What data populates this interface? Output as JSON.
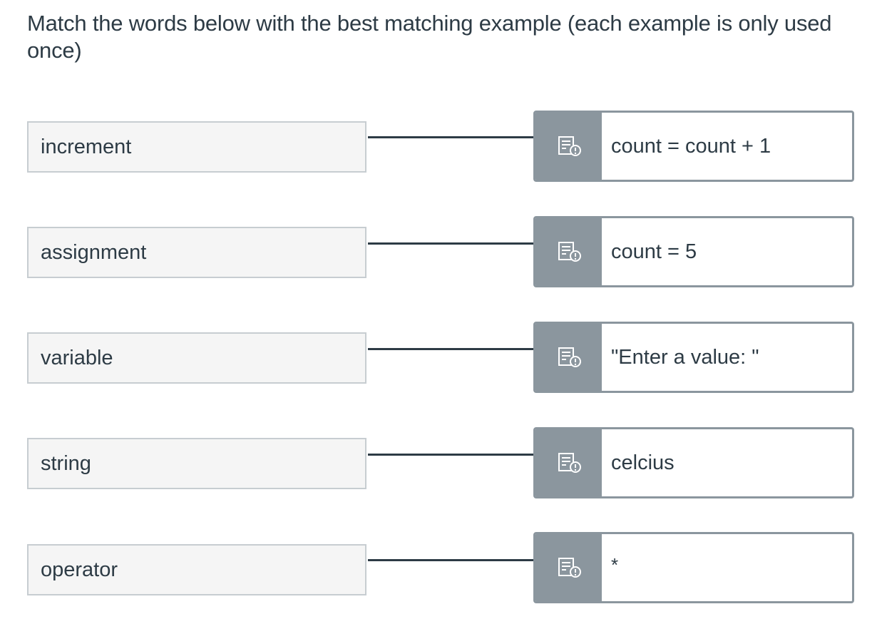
{
  "question": {
    "text": "Match the words below with the best matching example (each example is only used once)"
  },
  "matches": [
    {
      "term": "increment",
      "answer": "count = count + 1"
    },
    {
      "term": "assignment",
      "answer": "count = 5"
    },
    {
      "term": "variable",
      "answer": "\"Enter a value: \""
    },
    {
      "term": "string",
      "answer": "celcius"
    },
    {
      "term": "operator",
      "answer": "*"
    }
  ],
  "icons": {
    "answer_icon": "document-alert-icon"
  },
  "colors": {
    "text": "#2d3b45",
    "term_background": "#f5f5f5",
    "term_border": "#c7cdd1",
    "answer_panel": "#8b969e",
    "connector": "#2d3b45"
  }
}
